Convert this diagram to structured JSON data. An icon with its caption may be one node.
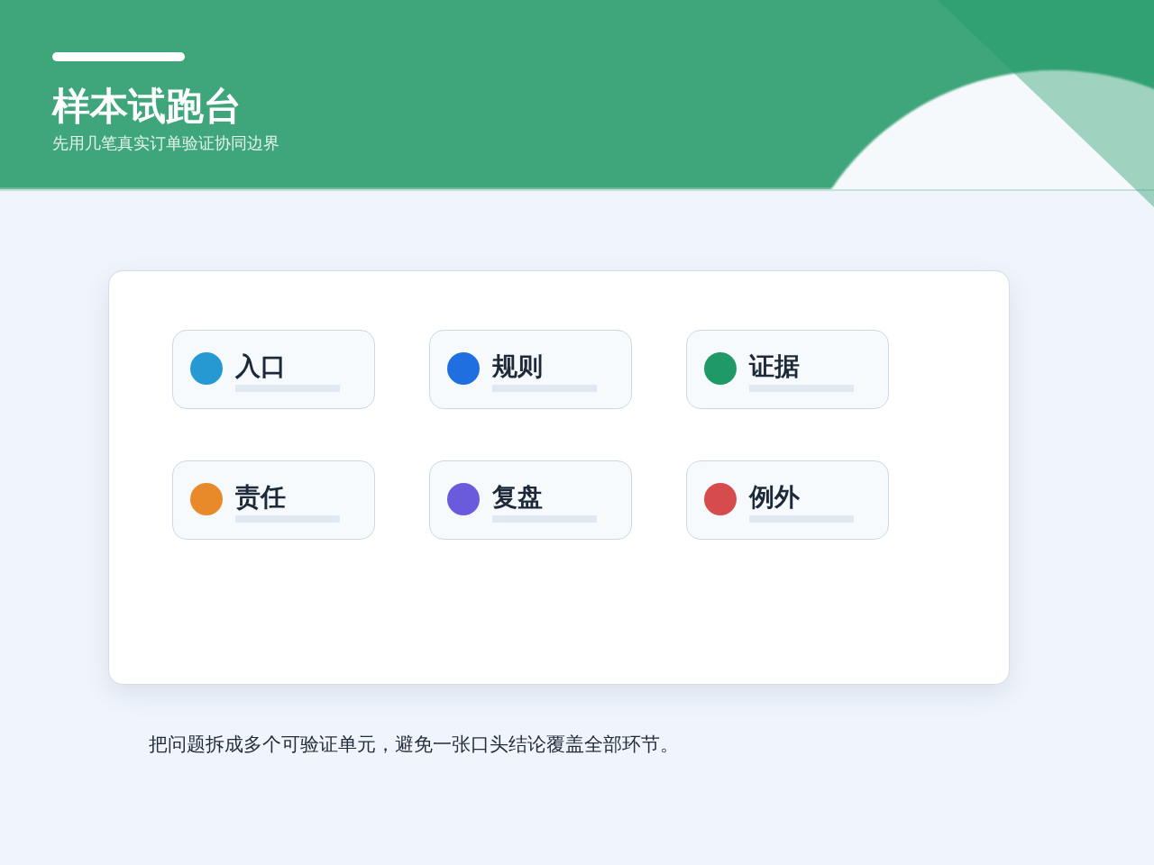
{
  "diagram": {
    "title": "样本试跑台",
    "caption": "把问题拆成多个可验证单元，避免一张口头结论覆盖全部环节。",
    "nodes": [
      {
        "text": [],
        "shape": "box"
      },
      {
        "text": [
          "入口"
        ],
        "in": 0
      },
      {
        "text": [
          "规则"
        ],
        "in": 0
      },
      {
        "text": [
          "证据"
        ],
        "in": 0
      },
      {
        "text": [
          "责任"
        ],
        "in": 0
      },
      {
        "text": [
          "复盘"
        ],
        "in": 0
      },
      {
        "text": [
          "例外"
        ],
        "in": 0
      }
    ],
    "labels": [
      "先用几笔真实订单验证协同边界"
    ]
  }
}
